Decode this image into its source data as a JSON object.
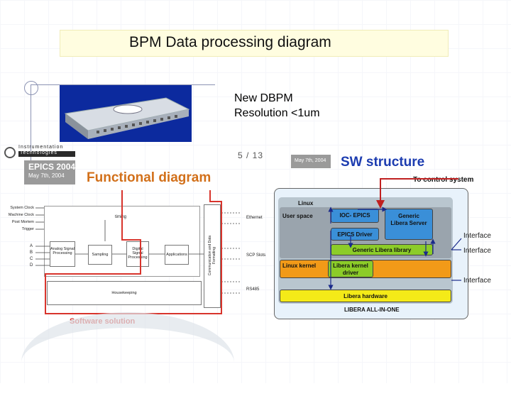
{
  "slide": {
    "title": "BPM Data processing diagram",
    "description_line1": "New DBPM",
    "description_line2": "Resolution <1um",
    "slide_number": "5 / 13"
  },
  "functional": {
    "logo_line1": "Instrumentation",
    "logo_line2": "Technologies",
    "epics_title": "EPICS 2004",
    "epics_date": "May 7th, 2004",
    "title": "Functional diagram",
    "left_labels": [
      "System Clock",
      "Machine Clock",
      "Post Mortem",
      "Trigger"
    ],
    "channel_labels": [
      "A",
      "B",
      "C",
      "D"
    ],
    "timing_label": "timing",
    "blocks": {
      "analog": "Analog Signal Processing",
      "sampling": "Sampling",
      "digital": "Digital Signal Processing",
      "applications": "Applications",
      "housekeeping": "Housekeeping",
      "comm": "Communication and Data Formatting"
    },
    "right_labels": [
      "Ethernet",
      "SCP Slots",
      "RS485"
    ],
    "software_solution": "Software solution"
  },
  "sw_structure": {
    "date": "May 7th, 2004",
    "title": "SW structure",
    "to_control": "To control system",
    "linux": "Linux",
    "user_space": "User space",
    "ioc_epics": "IOC- EPICS",
    "generic_server": "Generic Libera Server",
    "epics_driver": "EPICS Driver",
    "generic_library": "Generic Libera library",
    "linux_kernel": "Linux kernel",
    "libera_kernel_driver": "Libera kernel driver",
    "libera_hardware": "Libera hardware",
    "libera_all_in_one": "LIBERA ALL-IN-ONE",
    "interfaces": [
      "Interface",
      "Interface",
      "Interface"
    ]
  },
  "colors": {
    "accent_orange": "#d2701a",
    "accent_red": "#d8342c",
    "accent_blue": "#1c3cb0",
    "device_blue": "#0c2a9e",
    "box_blue": "#3a8fd8",
    "box_green": "#8ccc28",
    "box_orange": "#f29a18",
    "box_yellow": "#f4ea18"
  },
  "icons": [
    "gear-logo-icon",
    "network-port-icon"
  ]
}
